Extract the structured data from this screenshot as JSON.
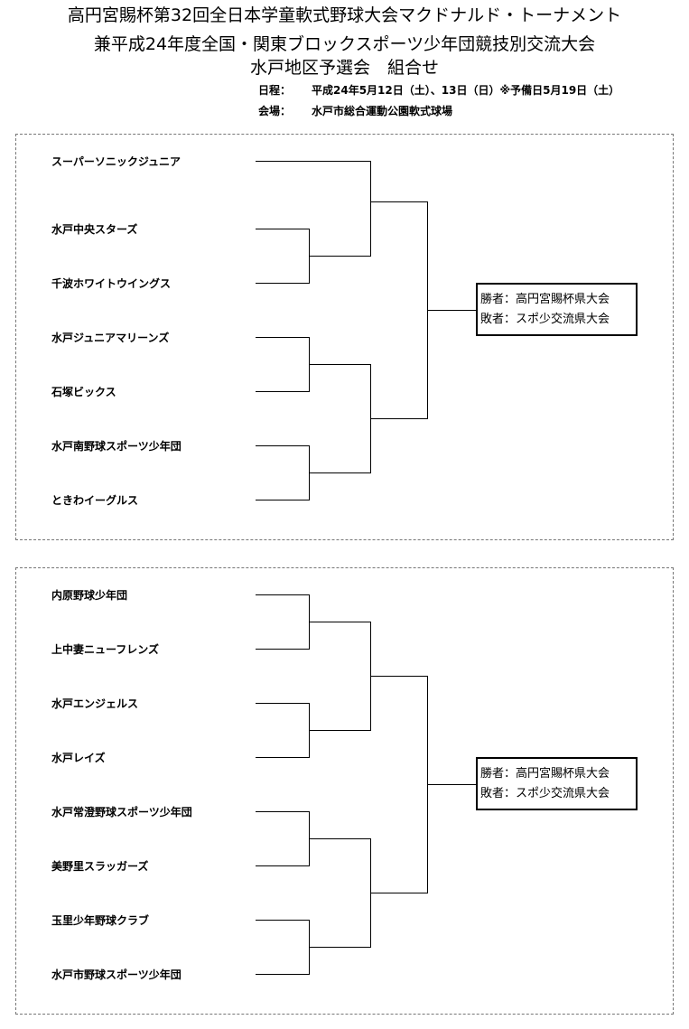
{
  "title": {
    "line1": "高円宮賜杯第32回全日本学童軟式野球大会マクドナルド・トーナメント",
    "line2": "兼平成24年度全国・関東ブロックスポーツ少年団競技別交流大会",
    "line3": "水戸地区予選会　組合せ"
  },
  "info": {
    "schedule_label": "日程：",
    "schedule_value": "平成24年5月12日（土）、13日（日）※予備日5月19日（土）",
    "venue_label": "会場：",
    "venue_value": "水戸市総合運動公園軟式球場"
  },
  "bracket_a": {
    "teams": [
      "スーパーソニックジュニア",
      "水戸中央スターズ",
      "千波ホワイトウイングス",
      "水戸ジュニアマリーンズ",
      "石塚ビックス",
      "水戸南野球スポーツ少年団",
      "ときわイーグルス"
    ],
    "result": {
      "winner": "勝者：高円宮賜杯県大会",
      "loser": "敗者：スポ少交流県大会"
    }
  },
  "bracket_b": {
    "teams": [
      "内原野球少年団",
      "上中妻ニューフレンズ",
      "水戸エンジェルス",
      "水戸レイズ",
      "水戸常澄野球スポーツ少年団",
      "美野里スラッガーズ",
      "玉里少年野球クラブ",
      "水戸市野球スポーツ少年団"
    ],
    "result": {
      "winner": "勝者：高円宮賜杯県大会",
      "loser": "敗者：スポ少交流県大会"
    }
  }
}
